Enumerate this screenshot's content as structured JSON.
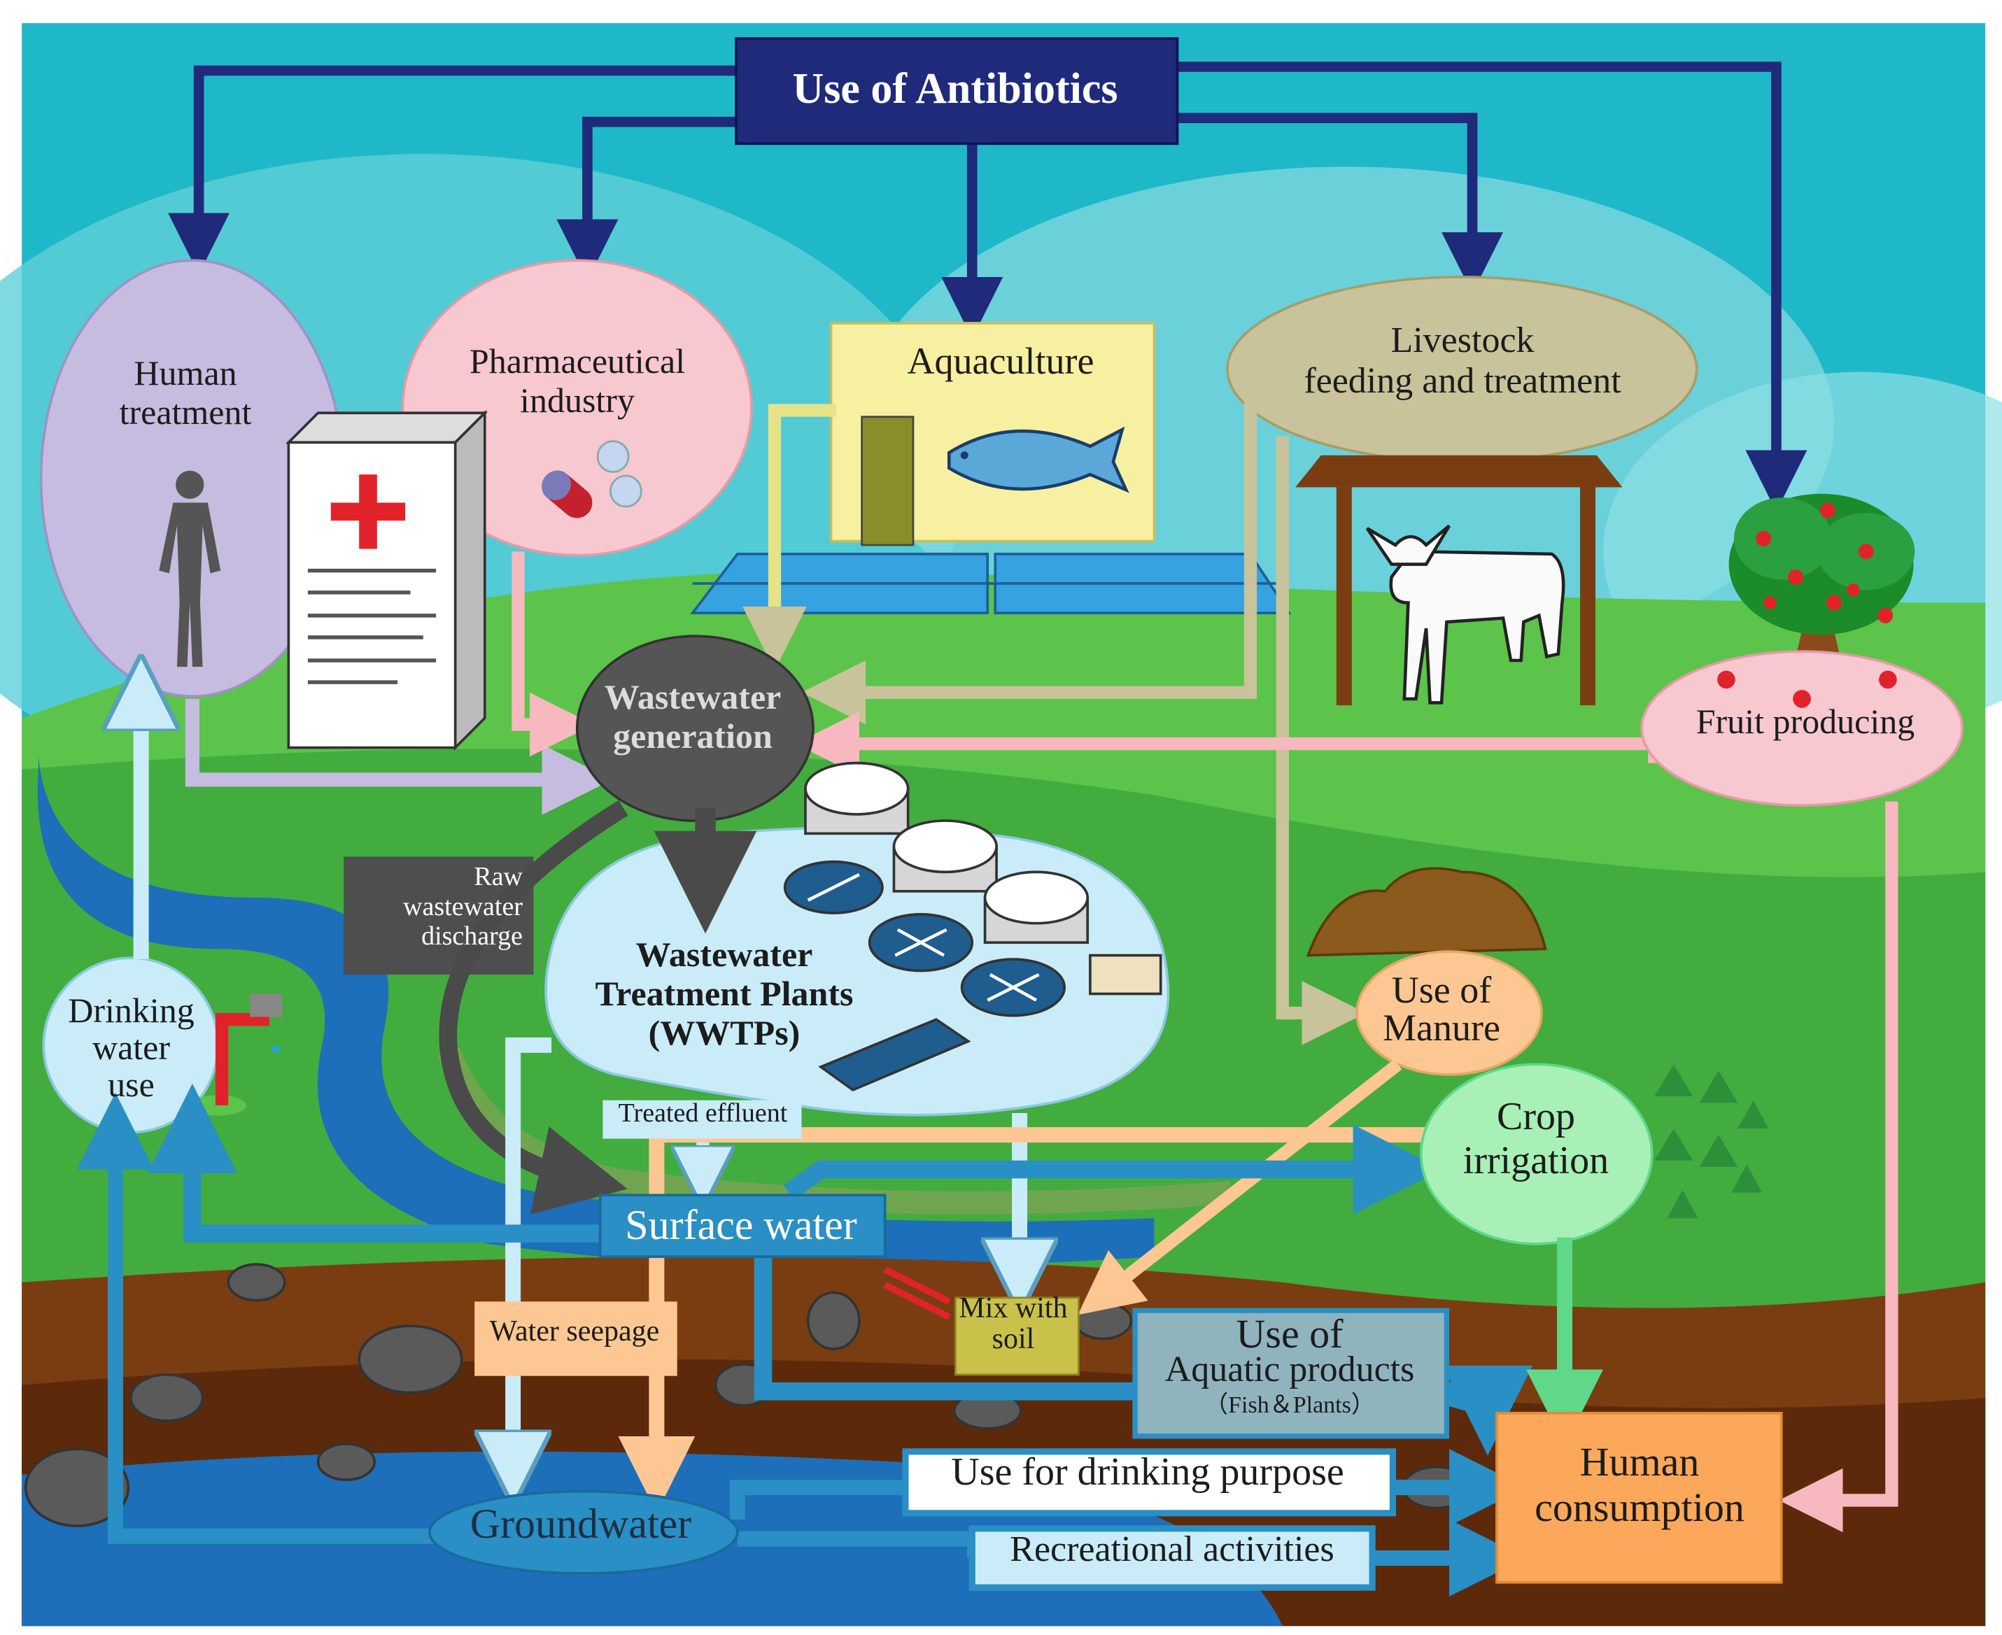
{
  "title": "Use of Antibiotics",
  "nodes": {
    "human_treatment": "Human\ntreatment",
    "pharmaceutical_industry": "Pharmaceutical\nindustry",
    "aquaculture": "Aquaculture",
    "livestock": "Livestock\nfeeding and treatment",
    "fruit_producing": "Fruit producing",
    "wastewater_generation": "Wastewater\ngeneration",
    "raw_wastewater_discharge": "Raw\nwastewater\ndischarge",
    "wwtps": "Wastewater\nTreatment Plants\n(WWTPs)",
    "use_of_manure": "Use of\nManure",
    "drinking_water_use": "Drinking\nwater\nuse",
    "treated_effluent": "Treated effluent",
    "crop_irrigation": "Crop\nirrigation",
    "surface_water": "Surface water",
    "mix_with_soil": "Mix with\nsoil",
    "water_seepage": "Water seepage",
    "aquatic_products": "Use of",
    "aquatic_products_line2": "Aquatic products",
    "aquatic_products_line3": "（Fish＆Plants）",
    "use_for_drinking": "Use for drinking purpose",
    "groundwater": "Groundwater",
    "recreational_activities": "Recreational activities",
    "human_consumption": "Human\nconsumption"
  },
  "colors": {
    "navy": "#1f2a7a",
    "sky": "#1fb8c8",
    "hill_green": "#5cc44a",
    "soil_brown": "#7a3d12",
    "river_blue": "#1c6fb8",
    "flow_light_blue": "#c9ecf8",
    "flow_blue": "#2a8fc4",
    "flow_pink": "#f7b8bf",
    "flow_olive": "#c8c39a",
    "flow_lavender": "#c5bcdf",
    "flow_peach": "#fcc792",
    "flow_green": "#5fd88a",
    "flow_dark_grey": "#4a4a4a"
  },
  "icons": [
    "human-figure-icon",
    "medical-document-icon",
    "pill-icon",
    "fish-icon",
    "cow-icon",
    "fruit-tree-icon",
    "manure-icon",
    "water-tap-icon",
    "treatment-plant-icon",
    "crop-plants-icon"
  ]
}
